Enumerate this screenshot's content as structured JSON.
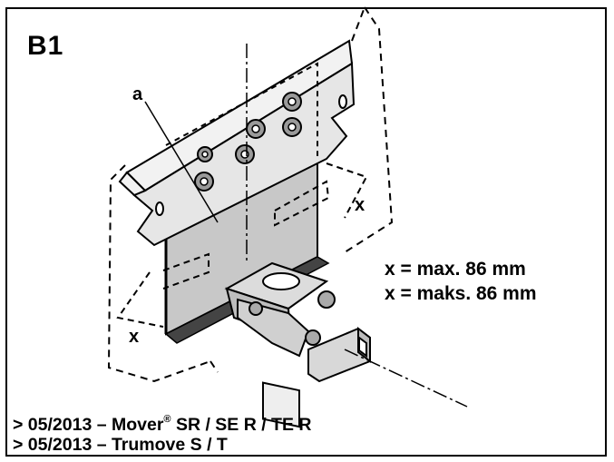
{
  "figure": {
    "title": "B1",
    "callout_a": "a",
    "callout_x_right": "x",
    "callout_x_left": "x",
    "spec_line_1": "x = max. 86 mm",
    "spec_line_2": "x = maks. 86 mm",
    "footer_line_1_prefix": "> 05/2013 – Mover",
    "footer_line_1_sup": "®",
    "footer_line_1_suffix": " SR / SE R / TE R",
    "footer_line_2": "> 05/2013 – Trumove S / T"
  },
  "colors": {
    "plate_gray": "#c8c8c8",
    "rail_light": "#e6e6e6",
    "ink": "#000000"
  }
}
